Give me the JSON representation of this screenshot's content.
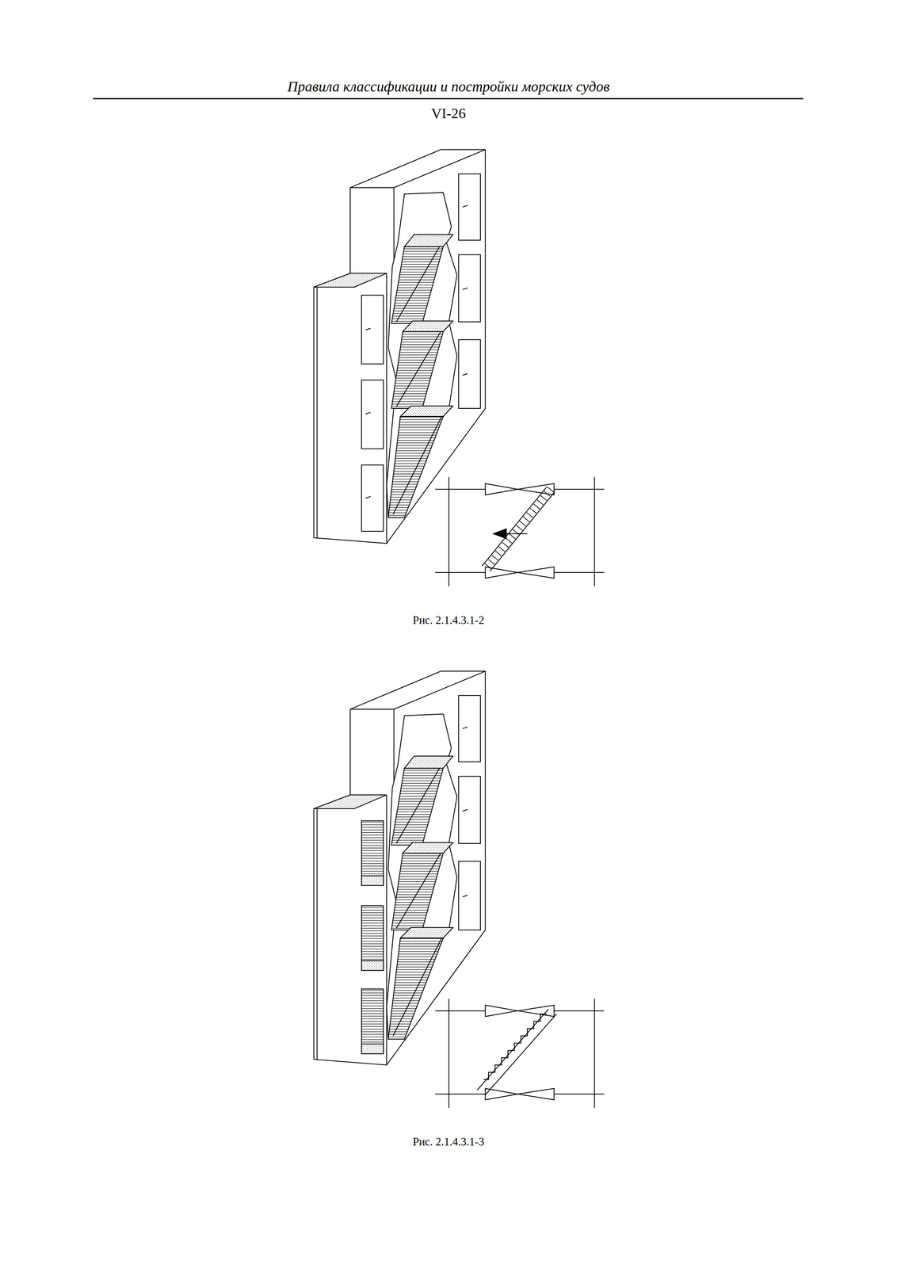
{
  "diagram": {
    "title": "Правила классификации и постройки морских судов",
    "labels": [
      "VI-26",
      "Рис. 2.1.4.3.1-2",
      "Рис. 2.1.4.3.1-3"
    ]
  }
}
